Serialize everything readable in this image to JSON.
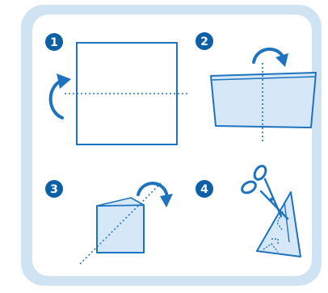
{
  "colors": {
    "page_background": "#ffffff",
    "panel_frame": "#cfe3f2",
    "panel_fill": "#ffffff",
    "stroke_blue": "#1e73be",
    "paper_fill": "#d6e8f8",
    "badge_fill": "#0d5fa8",
    "badge_text": "#ffffff"
  },
  "steps": [
    {
      "number": "1",
      "icons": [
        "square-paper-icon",
        "fold-line-icon",
        "counterclockwise-arrow-icon"
      ]
    },
    {
      "number": "2",
      "icons": [
        "folded-rectangle-icon",
        "fold-line-icon",
        "clockwise-arrow-icon"
      ]
    },
    {
      "number": "3",
      "icons": [
        "folded-square-icon",
        "diagonal-fold-line-icon",
        "clockwise-arrow-icon"
      ]
    },
    {
      "number": "4",
      "icons": [
        "folded-triangle-icon",
        "scissors-icon",
        "cut-pattern-icon"
      ]
    }
  ]
}
